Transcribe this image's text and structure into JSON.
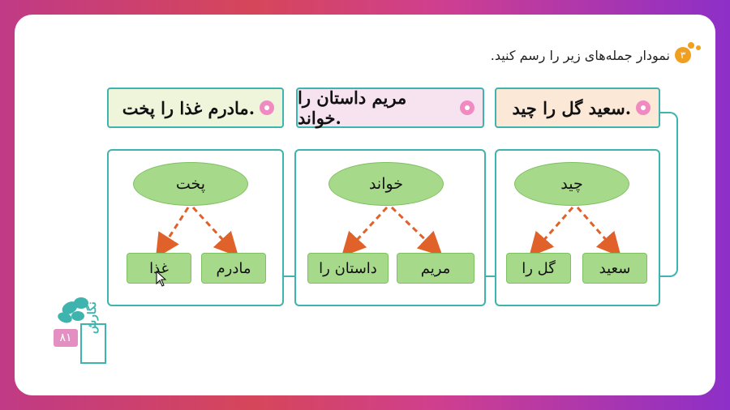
{
  "instruction": {
    "number": "۳",
    "text": "نمودار جمله‌های زیر را رسم کنید."
  },
  "sentences": [
    {
      "text": "سعید گل را چید."
    },
    {
      "text": "مریم داستان را خواند."
    },
    {
      "text": "مادرم غذا را پخت."
    }
  ],
  "diagrams": [
    {
      "verb": "چید",
      "subject": "سعید",
      "object": "گل را"
    },
    {
      "verb": "خواند",
      "subject": "مریم",
      "object": "داستان را"
    },
    {
      "verb": "پخت",
      "subject": "مادرم",
      "object": "غذا"
    }
  ],
  "page_number": "۸۱",
  "logo_text": "نگارش",
  "colors": {
    "teal_border": "#3fb3ad",
    "node_green": "#a7d98a",
    "arrow_orange": "#e0622a",
    "sentence1_bg": "#fbe8d6",
    "sentence2_bg": "#f7e3ef",
    "sentence3_bg": "#eef5db"
  }
}
